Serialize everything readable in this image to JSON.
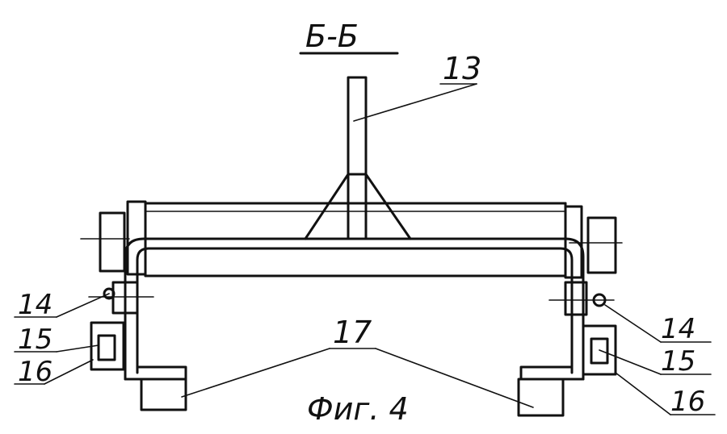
{
  "section_title": "Б-Б",
  "figure_caption": "Фиг. 4",
  "callouts": {
    "c13": "13",
    "c14_left": "14",
    "c15_left": "15",
    "c16_left": "16",
    "c14_right": "14",
    "c15_right": "15",
    "c16_right": "16",
    "c17": "17"
  }
}
